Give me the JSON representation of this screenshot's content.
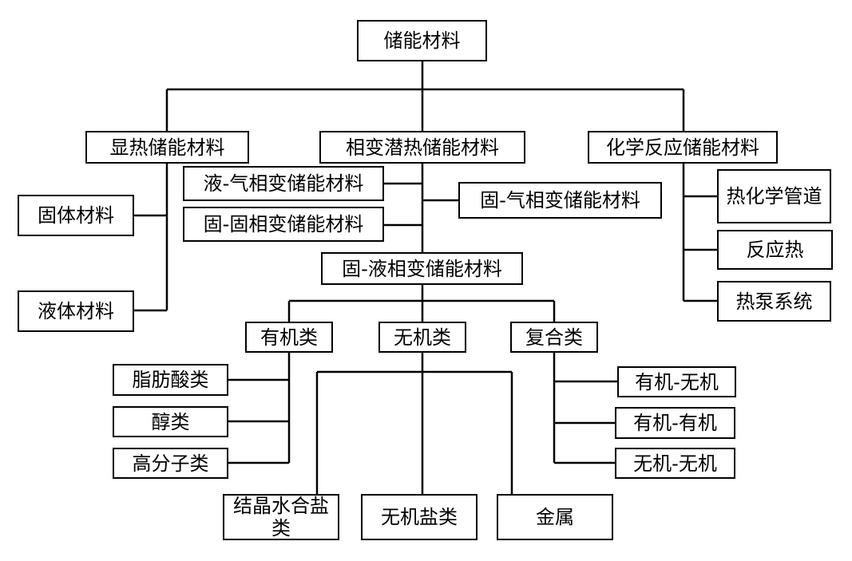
{
  "diagram": {
    "root": "储能材料",
    "sensible": {
      "label": "显热储能材料",
      "children": [
        "固体材料",
        "液体材料"
      ]
    },
    "phase_change": {
      "label": "相变潜热储能材料",
      "types": [
        "液-气相变储能材料",
        "固-固相变储能材料",
        "固-气相变储能材料",
        "固-液相变储能材料"
      ],
      "categories": [
        "有机类",
        "无机类",
        "复合类"
      ],
      "organic": [
        "脂肪酸类",
        "醇类",
        "高分子类"
      ],
      "inorganic": [
        "结晶水合盐类",
        "无机盐类",
        "金属"
      ],
      "composite": [
        "有机-无机",
        "有机-有机",
        "无机-无机"
      ]
    },
    "chemical": {
      "label": "化学反应储能材料",
      "children": [
        "热化学管道",
        "反应热",
        "热泵系统"
      ]
    }
  }
}
